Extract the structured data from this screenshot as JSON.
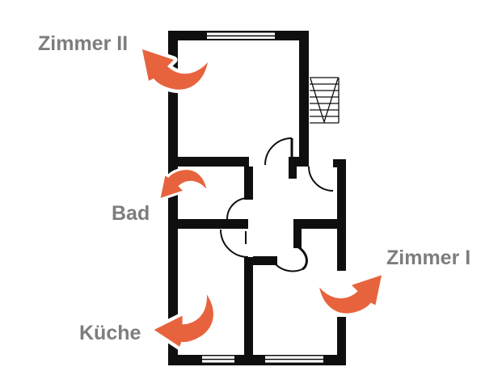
{
  "colors": {
    "wall": "#0f0f0f",
    "accent": "#e7633d",
    "label": "#7d7d7d",
    "background": "#ffffff"
  },
  "floorplan": {
    "rooms": [
      {
        "label": "Zimmer II"
      },
      {
        "label": "Bad"
      },
      {
        "label": "Küche"
      },
      {
        "label": "Zimmer I"
      }
    ]
  }
}
